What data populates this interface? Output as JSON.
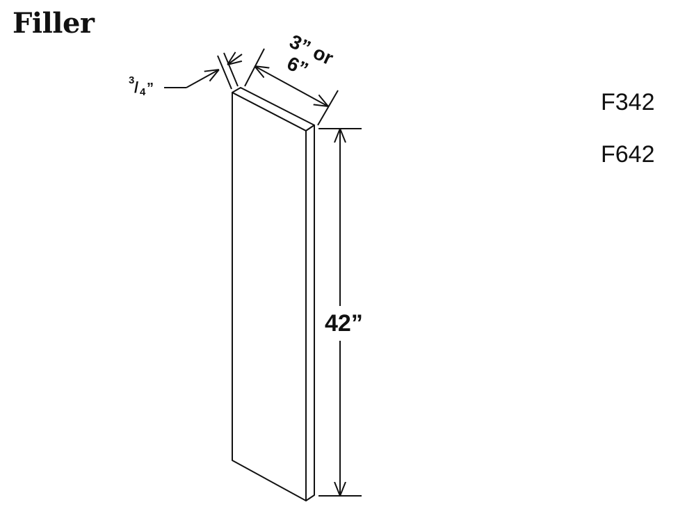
{
  "title": "Filler",
  "models": [
    "F342",
    "F642"
  ],
  "dimensions": {
    "thickness": {
      "num": "3",
      "slash": "/",
      "den": "4",
      "mark": "”"
    },
    "width_line1": "3” or",
    "width_line2": "6”",
    "height": "42”"
  },
  "colors": {
    "line": "#111111",
    "background": "#ffffff"
  }
}
